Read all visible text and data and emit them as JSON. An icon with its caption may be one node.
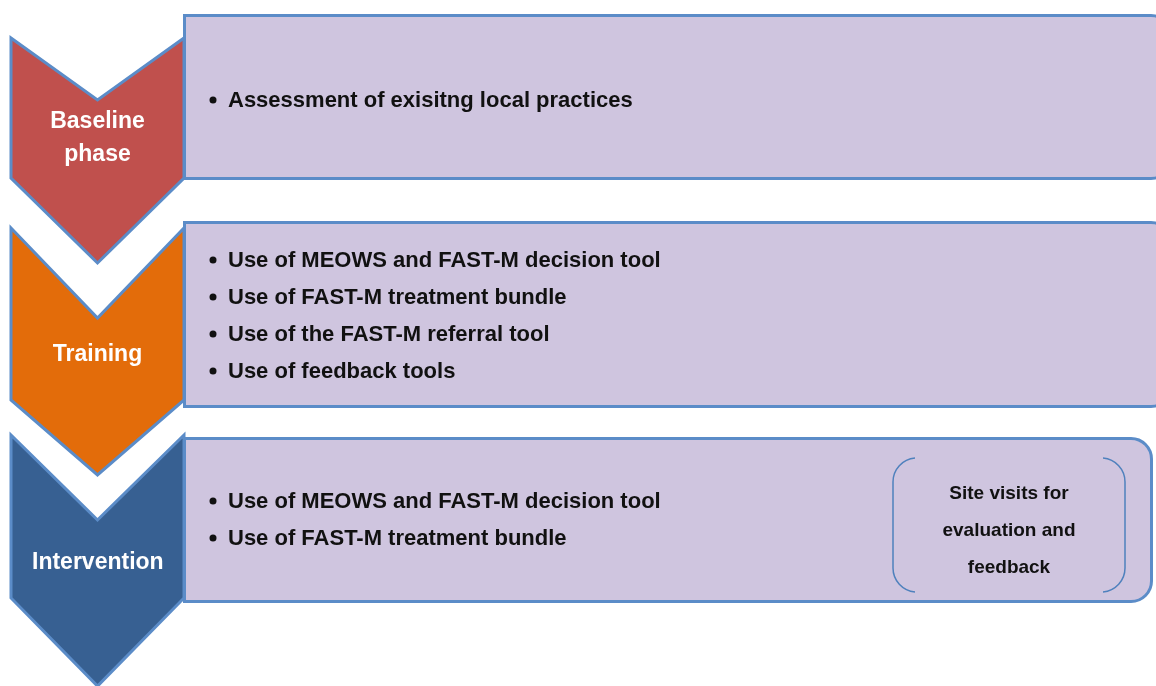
{
  "diagram": {
    "nodes": [
      {
        "text": [
          "Baseline phase"
        ]
      },
      {
        "text": [
          "Assessment of exisitng local practices"
        ]
      },
      {
        "text": [
          "Training"
        ]
      },
      {
        "text": [
          "Use of MEOWS and FAST-M decision tool",
          "Use of FAST-M treatment bundle",
          "Use of the FAST-M referral tool",
          "Use of feedback tools"
        ]
      },
      {
        "text": [
          "Intervention"
        ]
      },
      {
        "text": [
          "Use of MEOWS and FAST-M decision tool",
          "Use of FAST-M treatment bundle"
        ]
      },
      {
        "text": [
          "Site visits for evaluation and feedback"
        ],
        "in": 5
      }
    ]
  }
}
